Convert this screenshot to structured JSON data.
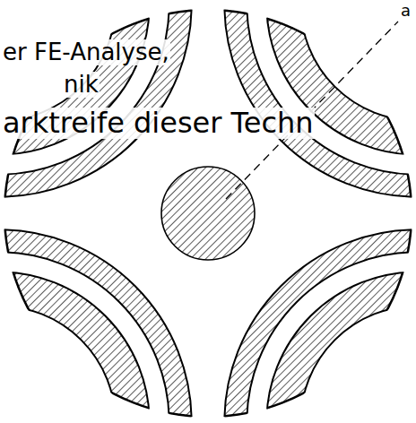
{
  "diagram": {
    "labels": [
      "er FE-Analyse,",
      "nik",
      "arktreife dieser Techn",
      "a"
    ]
  }
}
